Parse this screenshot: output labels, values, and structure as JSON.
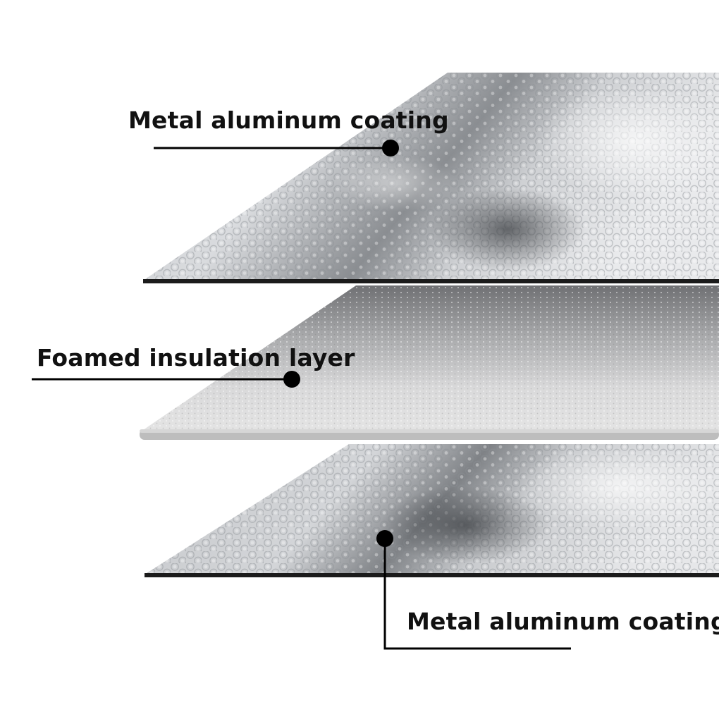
{
  "layers": [
    {
      "id": "top",
      "label": "Metal aluminum coating"
    },
    {
      "id": "middle",
      "label": "Foamed insulation layer"
    },
    {
      "id": "bottom",
      "label": "Metal aluminum coating"
    }
  ],
  "colors": {
    "background": "#ffffff",
    "foil_light": "#e6e7e9",
    "foil_mid": "#b9bcc0",
    "foil_dark": "#6e7175",
    "sheet_edge": "#1b1b1b",
    "foam_edge": "#bdbdbd",
    "callout_line": "#000000",
    "label_text": "#111111"
  }
}
